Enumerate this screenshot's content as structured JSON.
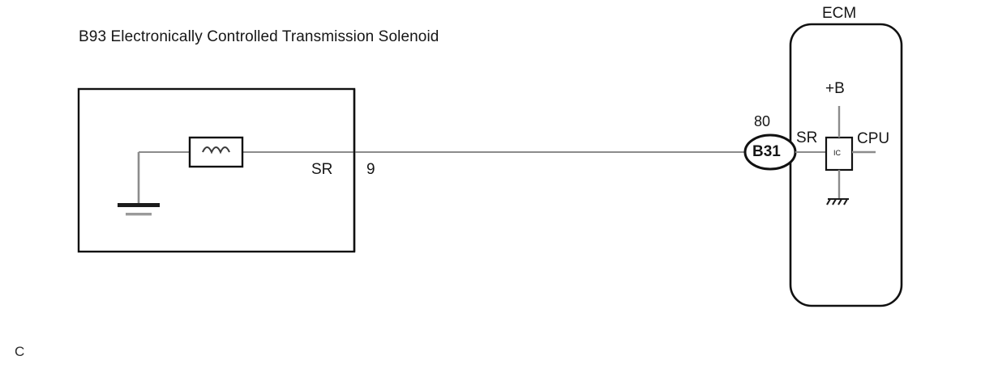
{
  "page": {
    "background_color": "#ffffff",
    "line_color": "#8c8c8c",
    "border_color": "#111111",
    "text_color": "#161616",
    "corner_marker": "C"
  },
  "diagram": {
    "type": "automotive-wiring-diagram",
    "title": "B93 Electronically Controlled Transmission Solenoid",
    "components": {
      "solenoid": {
        "name": "B93 Electronically Controlled Transmission Solenoid",
        "component_code": "B93",
        "coil_symbol": "inductor",
        "ground_symbol": "earth-ground",
        "terminal_label": "SR",
        "pin_number": "9"
      },
      "ecm": {
        "name": "ECM",
        "label": "ECM",
        "power_label": "+B",
        "signal_label": "SR",
        "processor_label": "CPU",
        "ic_label": "IC",
        "ground_symbol": "chassis-ground"
      },
      "connector": {
        "id": "B31",
        "pin_count_label": "80"
      }
    },
    "wires": [
      {
        "from": "solenoid.SR.9",
        "to": "ecm.B31.SR",
        "label": "SR"
      }
    ]
  }
}
